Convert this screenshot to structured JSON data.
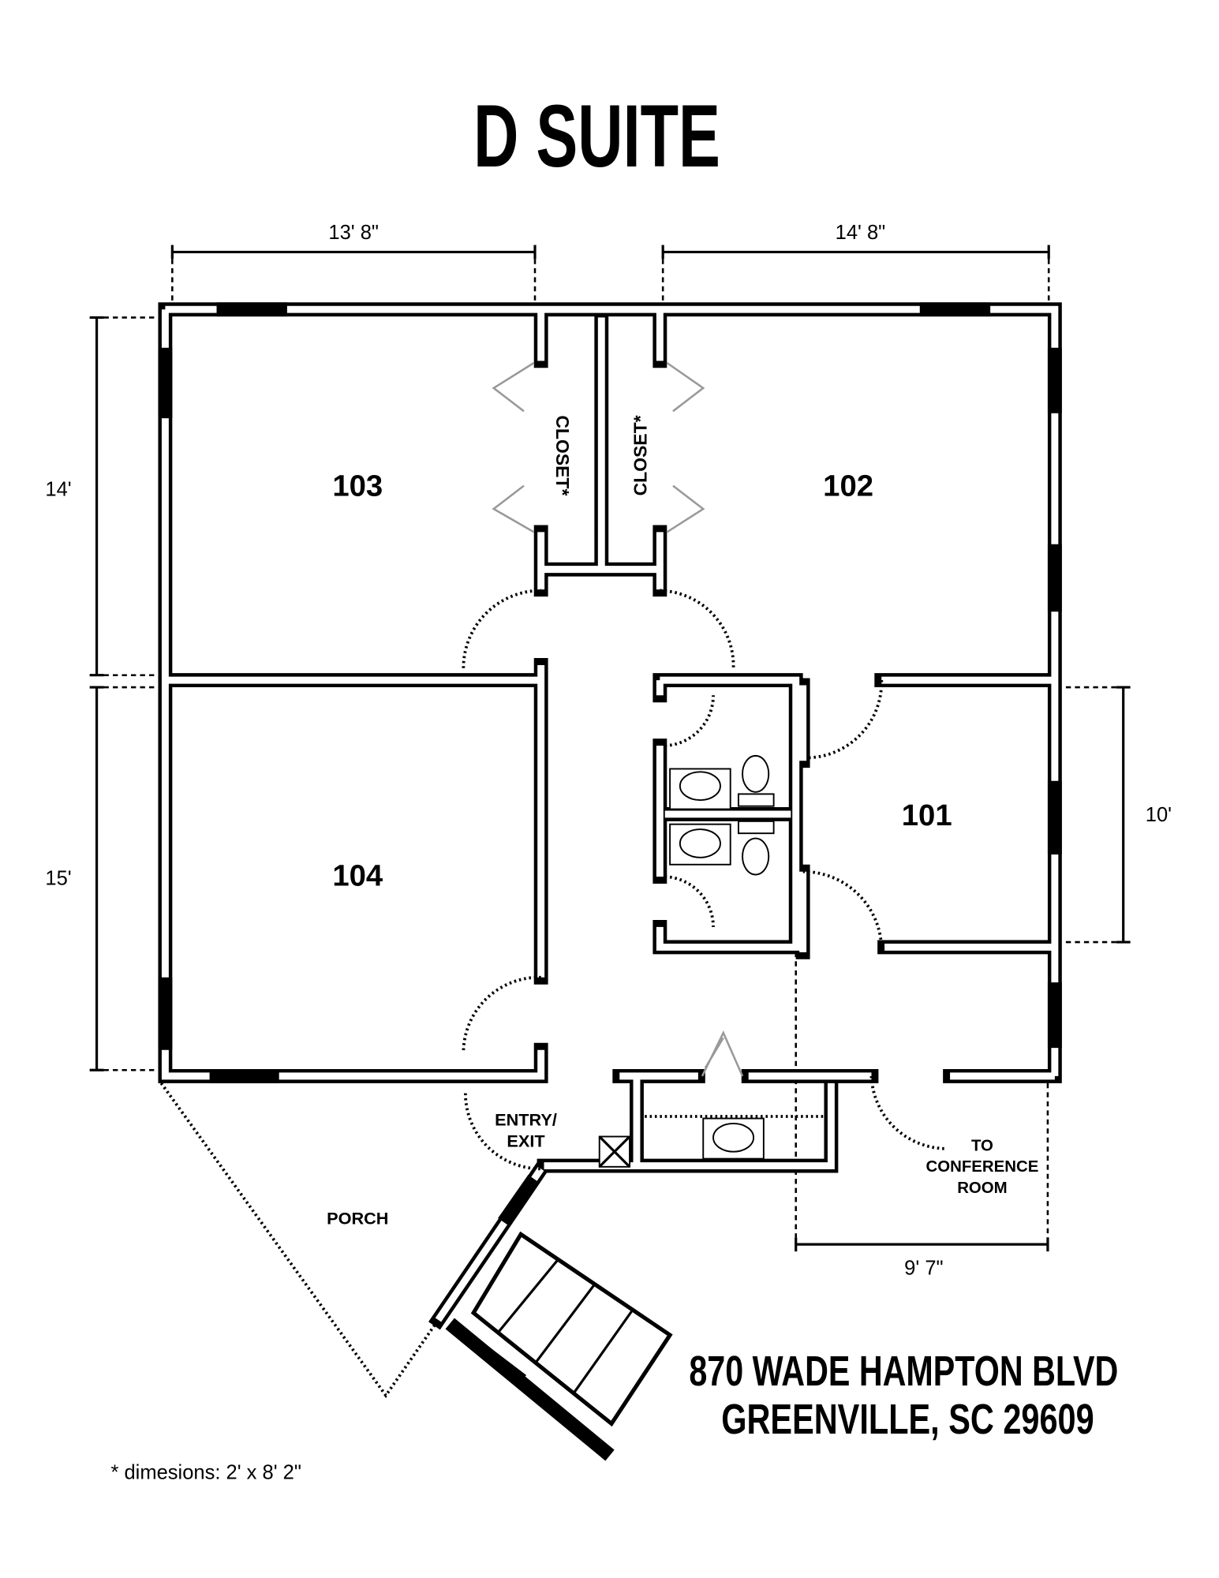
{
  "title": "D SUITE",
  "dimensions": {
    "room103_width": "13' 8\"",
    "room102_width": "14' 8\"",
    "room103_depth": "14'",
    "room104_depth": "15'",
    "room101_depth": "10'",
    "hall_width": "9' 7\""
  },
  "rooms": {
    "r103": "103",
    "r102": "102",
    "r104": "104",
    "r101": "101",
    "closet_left": "CLOSET*",
    "closet_right": "CLOSET*",
    "entry_line1": "ENTRY/",
    "entry_line2": "EXIT",
    "porch": "PORCH",
    "conf_line1": "TO",
    "conf_line2": "CONFERENCE",
    "conf_line3": "ROOM"
  },
  "address": {
    "line1": "870 WADE HAMPTON BLVD",
    "line2": "GREENVILLE, SC 29609"
  },
  "footnote": "* dimesions: 2' x 8' 2\""
}
